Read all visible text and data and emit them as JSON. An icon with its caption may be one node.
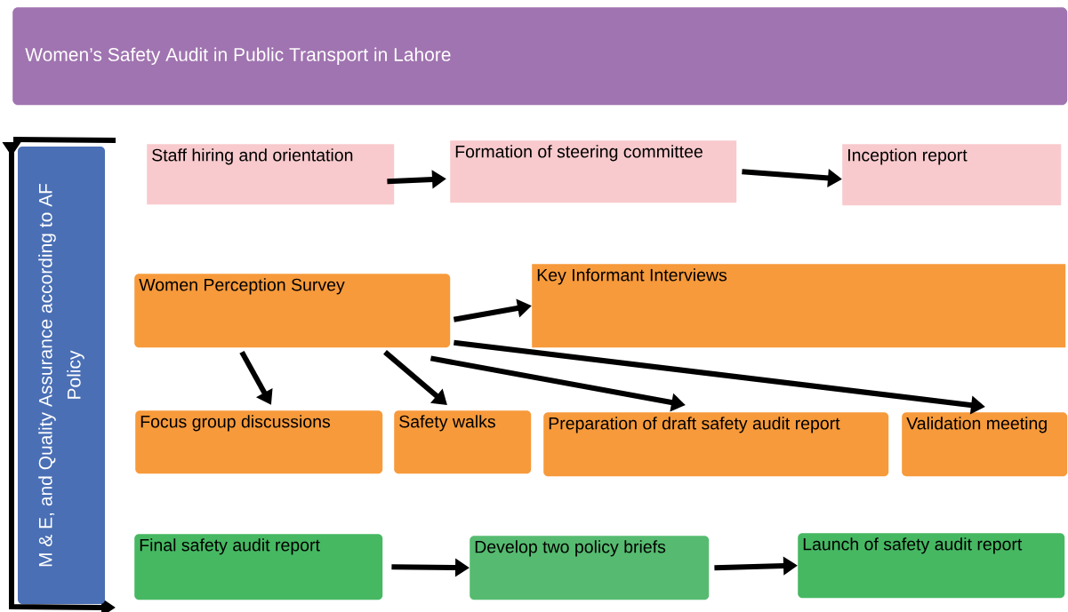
{
  "diagram": {
    "nodes": [
      {
        "text": [
          "Women’s Safety Audit in Public Transport in Lahore"
        ]
      },
      {
        "text": [
          "M & E, and Quality Assurance according to AF Policy"
        ]
      },
      {
        "text": [
          "Staff hiring and orientation"
        ]
      },
      {
        "text": [
          "Formation of steering committee"
        ]
      },
      {
        "text": [
          "Inception report"
        ]
      },
      {
        "text": [
          "Women Perception Survey"
        ]
      },
      {
        "text": [
          "Key Informant Interviews"
        ]
      },
      {
        "text": [
          "Focus group discussions"
        ]
      },
      {
        "text": [
          "Safety walks"
        ]
      },
      {
        "text": [
          "Preparation of draft safety audit report"
        ]
      },
      {
        "text": [
          "Validation meeting"
        ]
      },
      {
        "text": [
          "Final safety audit report"
        ]
      },
      {
        "text": [
          "Develop two policy briefs"
        ]
      },
      {
        "text": [
          "Launch of safety audit report"
        ]
      }
    ],
    "edges": [
      {
        "from": 2,
        "to": 3,
        "arrow": "to"
      },
      {
        "from": 3,
        "to": 4,
        "arrow": "to"
      },
      {
        "from": 5,
        "to": 6,
        "arrow": "to"
      },
      {
        "from": 5,
        "to": 7,
        "arrow": "to"
      },
      {
        "from": 5,
        "to": 8,
        "arrow": "to"
      },
      {
        "from": 5,
        "to": 9,
        "arrow": "to"
      },
      {
        "from": 5,
        "to": 10,
        "arrow": "to"
      },
      {
        "from": 11,
        "to": 12,
        "arrow": "to"
      },
      {
        "from": 12,
        "to": 13,
        "arrow": "to"
      }
    ]
  }
}
